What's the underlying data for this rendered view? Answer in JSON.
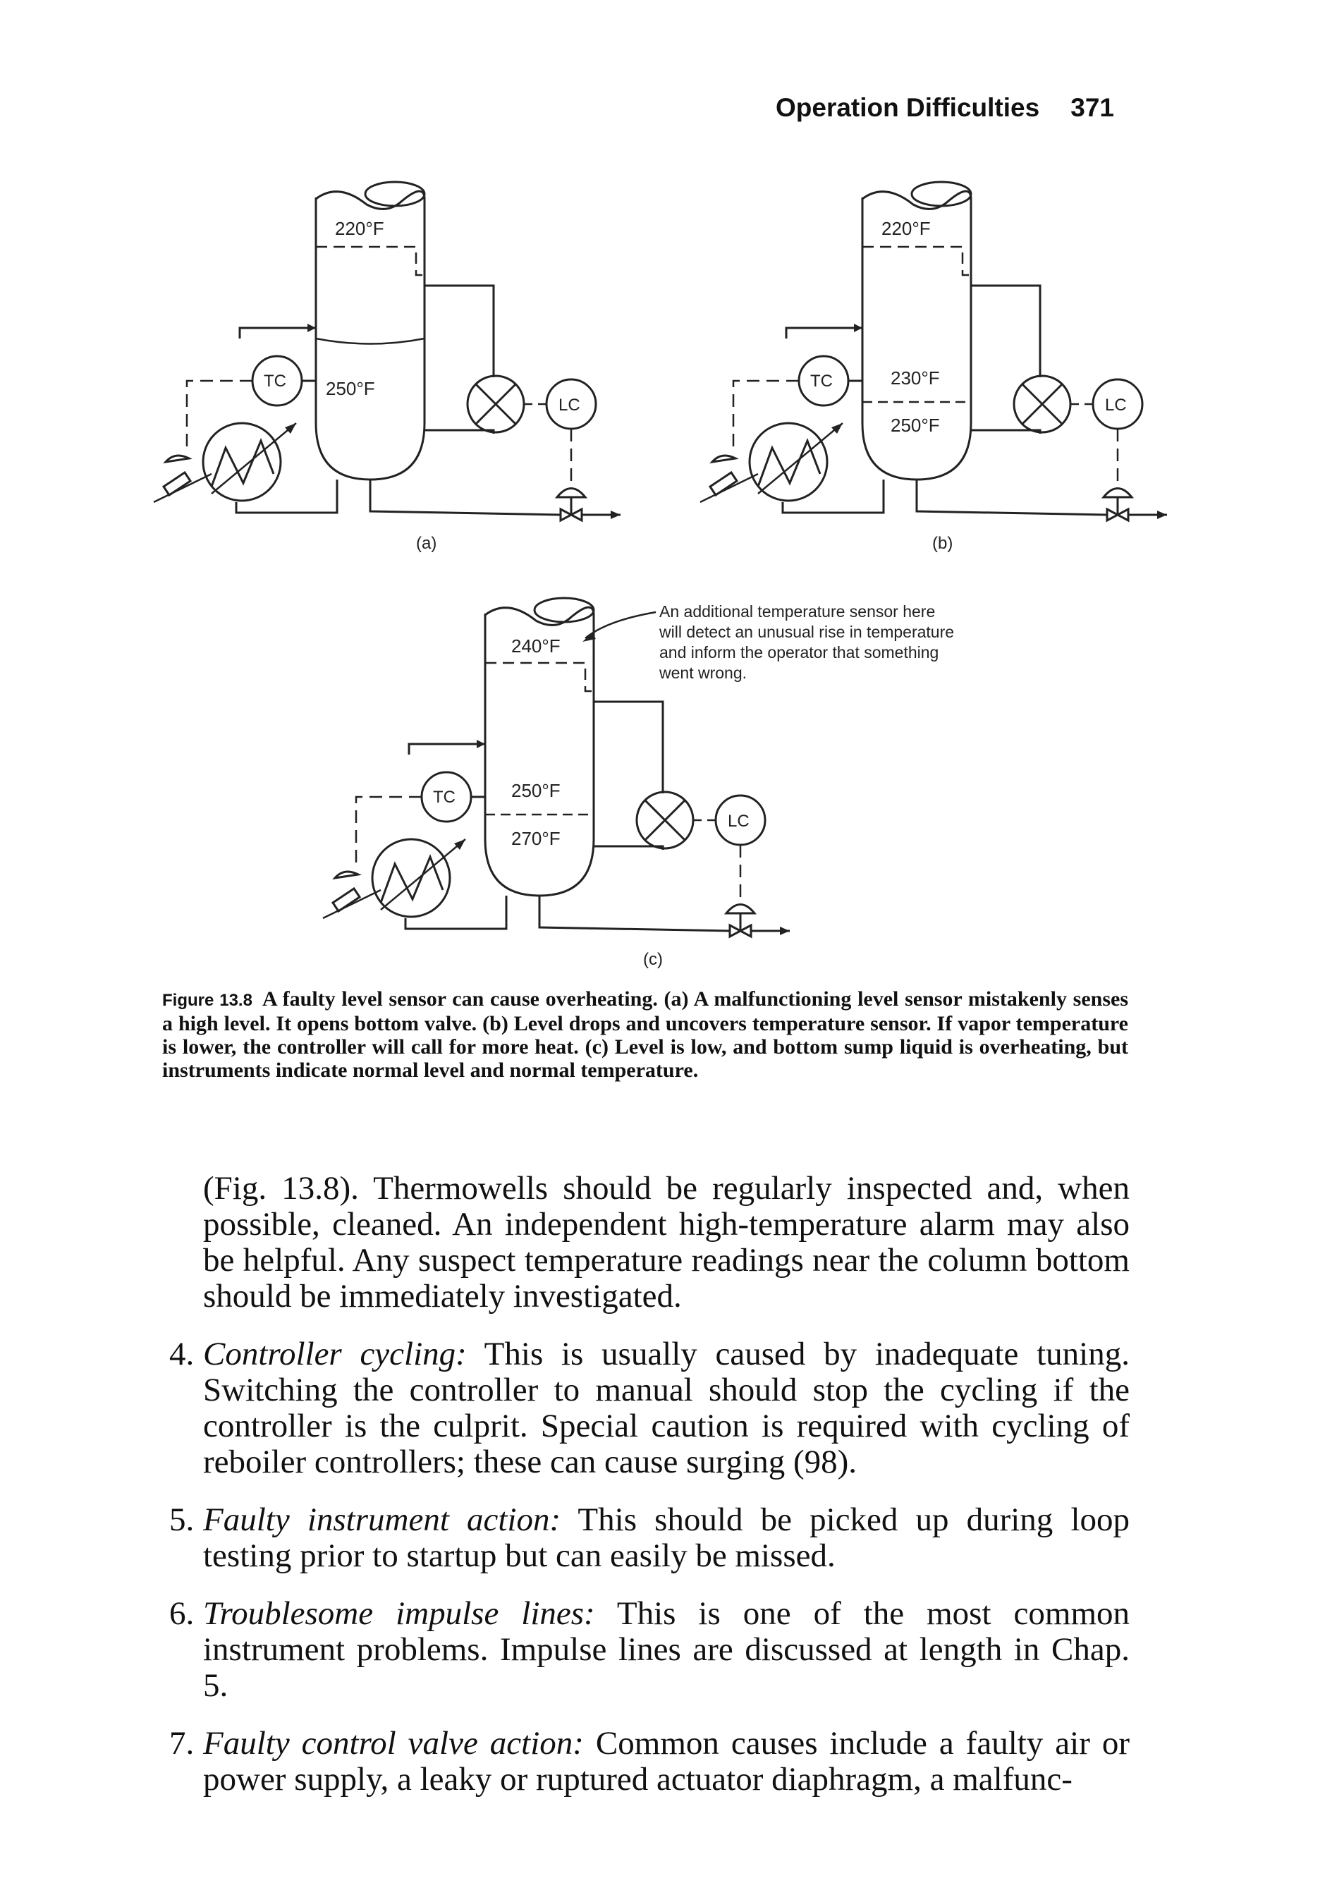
{
  "header": {
    "title": "Operation Difficulties",
    "page_number": "371"
  },
  "figure": {
    "panels": [
      {
        "label": "(a)",
        "top_temp": "220°F",
        "mid_temp": "250°F",
        "tc_label": "TC",
        "lc_label": "LC"
      },
      {
        "label": "(b)",
        "top_temp": "220°F",
        "mid_temp": "230°F",
        "bottom_temp": "250°F",
        "tc_label": "TC",
        "lc_label": "LC"
      },
      {
        "label": "(c)",
        "top_temp": "240°F",
        "mid_temp": "250°F",
        "bottom_temp": "270°F",
        "tc_label": "TC",
        "lc_label": "LC"
      }
    ],
    "annotation_lines": [
      "An additional temperature sensor here",
      "will detect an unusual rise in temperature",
      "and inform the operator that something",
      "went wrong."
    ]
  },
  "caption": {
    "number": "Figure 13.8",
    "text": "A faulty level sensor can cause overheating. (a) A malfunctioning level sensor mistakenly senses a high level. It opens bottom valve. (b) Level drops and uncovers temperature sensor. If vapor temperature is lower, the controller will call for more heat. (c) Level is low, and bottom sump liquid is overheating, but instruments indicate normal level and normal temperature."
  },
  "body": {
    "paragraph": "(Fig. 13.8). Thermowells should be regularly inspected and, when possible, cleaned. An independent high-temperature alarm may also be helpful. Any suspect temperature readings near the column bottom should be immediately investigated.",
    "items": [
      {
        "num": "4.",
        "title": "Controller cycling:",
        "text": "This is usually caused by inadequate tuning. Switching the controller to manual should stop the cycling if the controller is the culprit. Special caution is required with cycling of reboiler controllers; these can cause surging (98)."
      },
      {
        "num": "5.",
        "title": "Faulty instrument action:",
        "text": "This should be picked up during loop testing prior to startup but can easily be missed."
      },
      {
        "num": "6.",
        "title": "Troublesome impulse lines:",
        "text": "This is one of the most common instrument problems. Impulse lines are discussed at length in Chap. 5."
      },
      {
        "num": "7.",
        "title": "Faulty control valve action:",
        "text": "Common causes include a faulty air or power supply, a leaky or ruptured actuator diaphragm, a malfunc-"
      }
    ]
  }
}
